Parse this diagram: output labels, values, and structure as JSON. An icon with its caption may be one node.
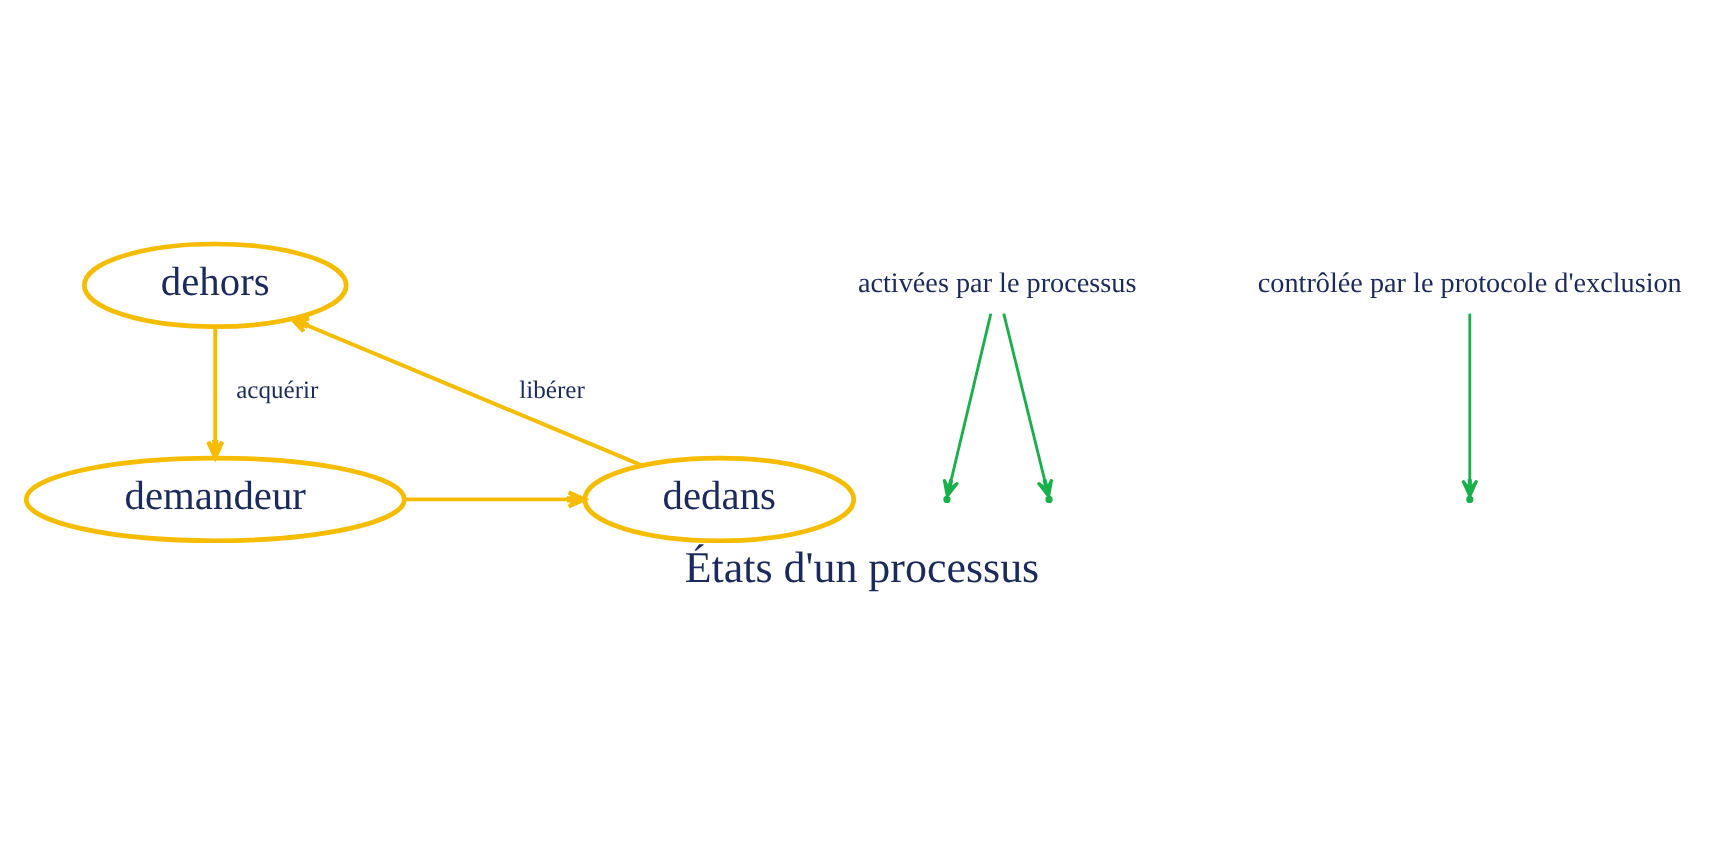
{
  "diagram": {
    "caption": "États d'un processus",
    "nodes": [
      {
        "text": [
          "dehors"
        ]
      },
      {
        "text": [
          "dedans"
        ]
      },
      {
        "text": [
          "demandeur"
        ]
      },
      {
        "text": [
          "activées par le processus"
        ]
      },
      {
        "text": [
          "contrôlée par le protocole d'exclusion"
        ]
      }
    ],
    "edges": [
      {
        "from": 1,
        "to": 0,
        "arrow": "to",
        "label": "libérer"
      },
      {
        "from": 0,
        "to": 2,
        "arrow": "to",
        "label": "acquérir"
      },
      {
        "from": 2,
        "to": 1,
        "arrow": "to"
      },
      {
        "from": 3,
        "to": null,
        "arrow": "to",
        "color": "#18b04a"
      },
      {
        "from": 3,
        "to": null,
        "arrow": "to",
        "color": "#18b04a"
      },
      {
        "from": 4,
        "to": null,
        "arrow": "to",
        "color": "#18b04a"
      }
    ]
  }
}
